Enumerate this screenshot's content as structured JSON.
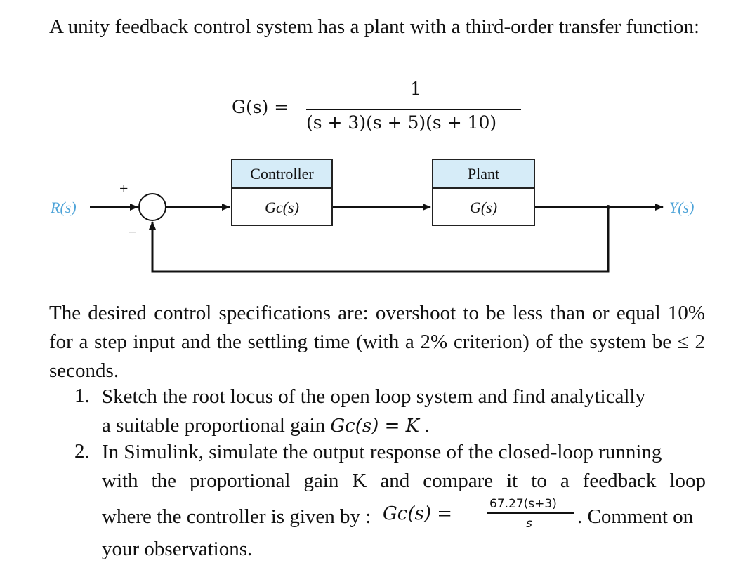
{
  "intro_text": "A unity feedback control system has a plant with a third-order transfer function:",
  "transfer_function": {
    "lhs": "G(s) =",
    "numerator": "1",
    "denominator": "(s + 3)(s + 5)(s + 10)"
  },
  "diagram": {
    "input_label": "R(s)",
    "output_label": "Y(s)",
    "plus_sign": "+",
    "minus_sign": "−",
    "controller": {
      "title": "Controller",
      "symbol": "Gc(s)"
    },
    "plant": {
      "title": "Plant",
      "symbol": "G(s)"
    }
  },
  "specs_text": "The desired control specifications are: overshoot to be less than or equal 10% for a step input and the settling time (with a 2% criterion) of the system be ≤ 2 seconds.",
  "tasks": [
    {
      "number": "1.",
      "line1": "Sketch the root locus of the open loop system and find analytically",
      "line2_prefix": "a suitable proportional gain",
      "line2_math": "Gc(s) = K",
      "line2_suffix": "."
    },
    {
      "number": "2.",
      "line1": "In Simulink, simulate the output response of the closed-loop running",
      "line2": "with the proportional gain K and compare it to a feedback loop",
      "line3_prefix": "where the controller is given by :",
      "line3_math": "Gc(s) =",
      "frac_numerator": "67.27(s+3)",
      "frac_denominator": "s",
      "line3_suffix": ". Comment on",
      "line4": "your observations."
    }
  ]
}
